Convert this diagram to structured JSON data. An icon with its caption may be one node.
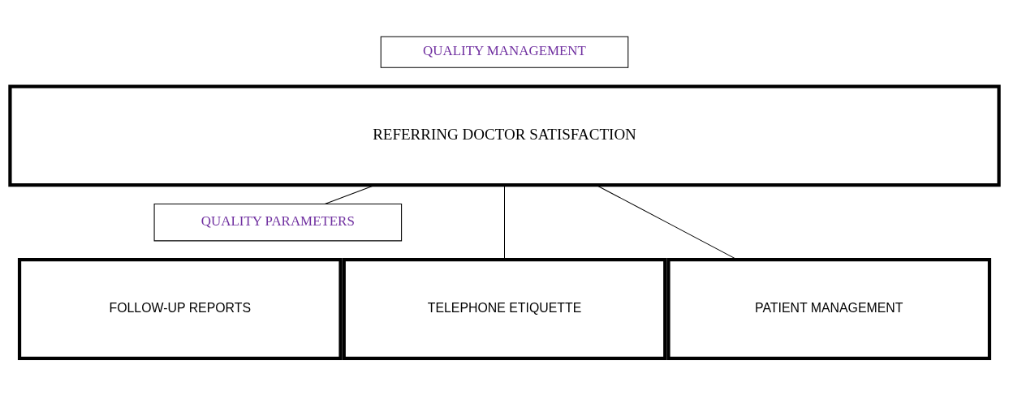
{
  "diagram": {
    "nodes": [
      {
        "text": [
          "QUALITY MANAGEMENT"
        ]
      },
      {
        "text": [
          "REFERRING DOCTOR SATISFACTION"
        ]
      },
      {
        "text": [
          "QUALITY PARAMETERS"
        ]
      },
      {
        "text": [
          "TELEPHONE ETIQUETTE"
        ]
      },
      {
        "text": [
          "FOLLOW-UP REPORTS"
        ]
      },
      {
        "text": [
          "PATIENT MANAGEMENT"
        ]
      }
    ],
    "edges": [
      {
        "from": 1,
        "to": 3,
        "arrow": "none"
      },
      {
        "from": 1,
        "to": 2,
        "arrow": "none"
      },
      {
        "from": 1,
        "to": 5,
        "arrow": "none"
      }
    ]
  }
}
